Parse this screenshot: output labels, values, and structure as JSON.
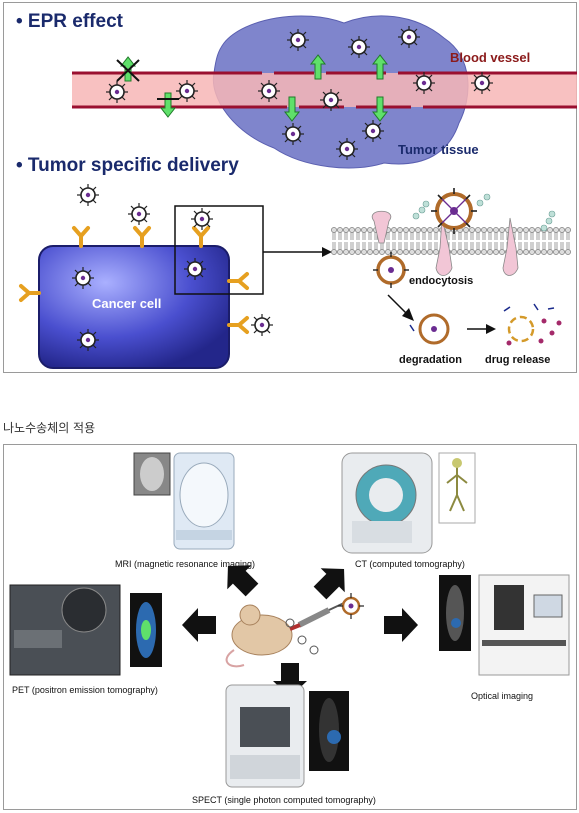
{
  "top_panel": {
    "epr_heading": "• EPR effect",
    "blood_vessel_label": "Blood vessel",
    "tumor_tissue_label": "Tumor tissue",
    "delivery_heading": "• Tumor specific delivery",
    "cancer_cell_label": "Cancer cell",
    "endocytosis_label": "endocytosis",
    "degradation_label": "degradation",
    "drug_release_label": "drug release"
  },
  "section_caption": "나노수송체의 적용",
  "bottom_panel": {
    "mri_caption": "MRI (magnetic resonance imaging)",
    "ct_caption": "CT (computed tomography)",
    "pet_caption": "PET (positron emission tomography)",
    "optical_caption": "Optical imaging",
    "spect_caption": "SPECT (single photon computed tomography)"
  },
  "colors": {
    "heading": "#1a2a6c",
    "vessel_fill": "#f7b6b6",
    "vessel_stroke": "#9a1030",
    "tumor_fill": "#7f85cc",
    "cell_fill": "#3b3fb8",
    "receptor": "#e6a020",
    "arrow_green": "#5fe06a",
    "blood_vessel_text": "#8b1a1a"
  }
}
